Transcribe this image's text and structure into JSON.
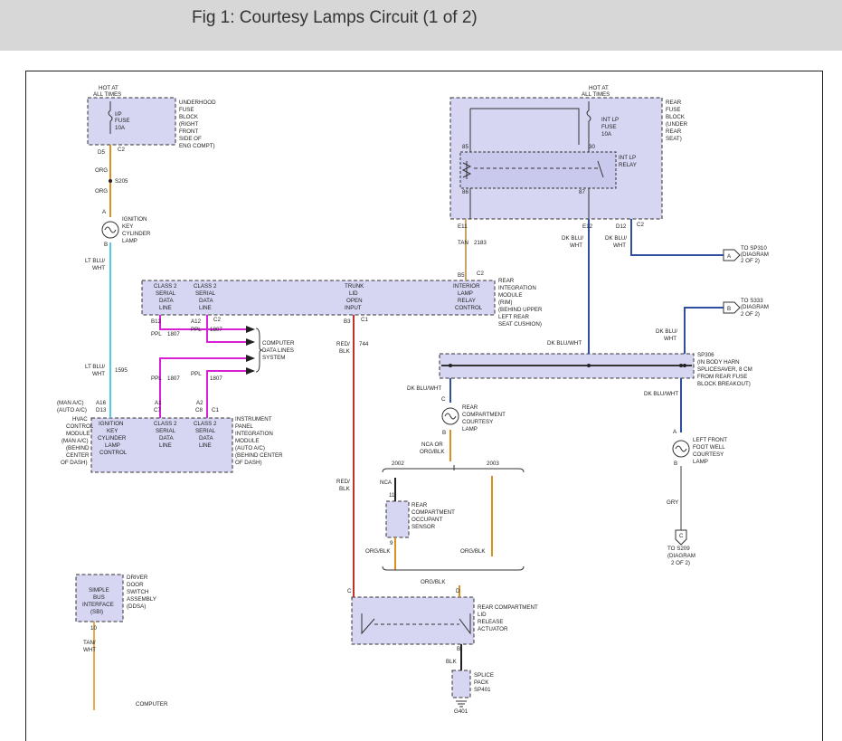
{
  "title": "Fig 1: Courtesy Lamps Circuit (1 of 2)",
  "texts": {
    "hot1a": "HOT AT",
    "hot1b": "ALL TIMES",
    "ipfuse1": "I/P",
    "ipfuse2": "FUSE",
    "ipfuse3": "10A",
    "ufb1": "UNDERHOOD",
    "ufb2": "FUSE",
    "ufb3": "BLOCK",
    "ufb4": "(RIGHT",
    "ufb5": "FRONT",
    "ufb6": "SIDE OF",
    "ufb7": "ENG COMPT)",
    "d5": "D5",
    "c2a": "C2",
    "org1": "ORG",
    "s205": "S205",
    "org2": "ORG",
    "pinA1": "A",
    "pinB1": "B",
    "ikl1": "IGNITION",
    "ikl2": "KEY",
    "ikl3": "CYLINDER",
    "ikl4": "LAMP",
    "ltblu1a": "LT BLU/",
    "ltblu1b": "WHT",
    "hot2a": "HOT AT",
    "hot2b": "ALL TIMES",
    "rfb1": "REAR",
    "rfb2": "FUSE",
    "rfb3": "BLOCK",
    "rfb4": "(UNDER",
    "rfb5": "REAR",
    "rfb6": "SEAT)",
    "intlp1": "INT LP",
    "intlp2": "FUSE",
    "intlp3": "10A",
    "n85": "85",
    "n30": "30",
    "n86": "86",
    "n87": "87",
    "relay1": "INT LP",
    "relay2": "RELAY",
    "e11": "E11",
    "e12": "E12",
    "d12": "D12",
    "c2b": "C2",
    "tan": "TAN",
    "c2183": "2183",
    "dkblu1a": "DK BLU/",
    "dkblu1b": "WHT",
    "dkblu2a": "DK BLU/",
    "dkblu2b": "WHT",
    "b5": "B5",
    "c2c": "C2",
    "to310a": "TO SP310",
    "to310b": "(DIAGRAM",
    "to310c": "2 OF 2)",
    "conA": "A",
    "to333a": "TO S333",
    "to333b": "(DIAGRAM",
    "to333c": "2 OF 2)",
    "conB": "B",
    "cls1a": "CLASS 2",
    "cls1b": "SERIAL",
    "cls1c": "DATA",
    "cls1d": "LINE",
    "cls2a": "CLASS 2",
    "cls2b": "SERIAL",
    "cls2c": "DATA",
    "cls2d": "LINE",
    "trunk1": "TRUNK",
    "trunk2": "LID",
    "trunk3": "OPEN",
    "trunk4": "INPUT",
    "intlamp1": "INTERIOR",
    "intlamp2": "LAMP",
    "intlamp3": "RELAY",
    "intlamp4": "CONTROL",
    "rim1": "REAR",
    "rim2": "INTEGRATION",
    "rim3": "MODULE",
    "rim4": "(RIM)",
    "rim5": "(BEHIND UPPER",
    "rim6": "LEFT REAR",
    "rim7": "SEAT CUSHION)",
    "b12": "B12",
    "a12": "A12",
    "c2d": "C2",
    "b3": "B3",
    "c1a": "C1",
    "ppl1": "PPL",
    "n1807a": "1807",
    "ppl2": "PPL",
    "n1807b": "1807",
    "ppl3": "PPL",
    "n1807c": "1807",
    "ppl4": "PPL",
    "n1807d": "1807",
    "cdl1": "COMPUTER",
    "cdl2": "DATA LINES",
    "cdl3": "SYSTEM",
    "redblk1a": "RED/",
    "redblk1b": "BLK",
    "n744": "744",
    "ltblu2a": "LT BLU/",
    "ltblu2b": "WHT",
    "n1595": "1595",
    "manac1": "(MAN A/C)",
    "a16": "A16",
    "autoac1": "(AUTO A/C)",
    "d13": "D13",
    "hvac1": "HVAC",
    "hvac2": "CONTROL",
    "hvac3": "MODULE",
    "hvac4": "(MAN A/C)",
    "hvac5": "(BEHIND",
    "hvac6": "CENTER",
    "hvac7": "OF DASH)",
    "a1": "A1",
    "c7": "C7",
    "a2": "A2",
    "c8": "C8",
    "c1b": "C1",
    "ign1": "IGNITION",
    "ign2": "KEY",
    "ign3": "CYLINDER",
    "ign4": "LAMP",
    "ign5": "CONTROL",
    "cls3a": "CLASS 2",
    "cls3b": "SERIAL",
    "cls3c": "DATA",
    "cls3d": "LINE",
    "cls4a": "CLASS 2",
    "cls4b": "SERIAL",
    "cls4c": "DATA",
    "cls4d": "LINE",
    "ipim1": "INSTRUMENT",
    "ipim2": "PANEL",
    "ipim3": "INTEGRATION",
    "ipim4": "MODULE",
    "ipim5": "(AUTO A/C)",
    "ipim6": "(BEHIND CENTER",
    "ipim7": "OF DASH)",
    "dkblu3": "DK BLU/WHT",
    "dkblu4a": "DK BLU/",
    "dkblu4b": "WHT",
    "sp306a": "SP306",
    "sp306b": "(IN BODY HARN",
    "sp306c": "SPLICESAVER, 8 CM",
    "sp306d": "FROM REAR FUSE",
    "sp306e": "BLOCK BREAKOUT)",
    "dkblu5": "DK BLU/WHT",
    "dkblu6": "DK BLU/WHT",
    "pinC1": "C",
    "pinB2": "B",
    "rcl1": "REAR",
    "rcl2": "COMPARTMENT",
    "rcl3": "COURTESY",
    "rcl4": "LAMP",
    "nca1": "NCA OR",
    "nca2": "ORG/BLK",
    "pinA2": "A",
    "pinB3": "B",
    "lff1": "LEFT FRONT",
    "lff2": "FOOT WELL",
    "lff3": "COURTESY",
    "lff4": "LAMP",
    "gry": "GRY",
    "y2002": "2002",
    "y2003": "2003",
    "nca3": "NCA",
    "n11": "11",
    "n9": "9",
    "rcos1": "REAR",
    "rcos2": "COMPARTMENT",
    "rcos3": "OCCUPANT",
    "rcos4": "SENSOR",
    "orgblk1": "ORG/BLK",
    "orgblk2": "ORG/BLK",
    "orgblk3": "ORG/BLK",
    "redblk2a": "RED/",
    "redblk2b": "BLK",
    "conC": "C",
    "to209a": "TO S209",
    "to209b": "(DIAGRAM",
    "to209c": "2 OF 2)",
    "sbi1": "SIMPLE",
    "sbi2": "BUS",
    "sbi3": "INTERFACE",
    "sbi4": "(SBI)",
    "dds1": "DRIVER",
    "dds2": "DOOR",
    "dds3": "SWITCH",
    "dds4": "ASSEMBLY",
    "dds5": "(DDSA)",
    "n10": "10",
    "tanwht1": "TAN/",
    "tanwht2": "WHT",
    "computer": "COMPUTER",
    "pinC2": "C",
    "pinD": "D",
    "pinB4": "B",
    "rcla1": "REAR COMPARTMENT",
    "rcla2": "LID",
    "rcla3": "RELEASE",
    "rcla4": "ACTUATOR",
    "blk": "BLK",
    "sp401a": "SPLICE",
    "sp401b": "PACK",
    "sp401c": "SP401",
    "g401": "G401"
  },
  "colors": {
    "orange": "#d9901f",
    "cyan": "#55c9e6",
    "magenta": "#d61fd6",
    "red": "#c43030",
    "blue": "#2f4e9e",
    "tan": "#c9a46a",
    "gray": "#a0a0a0",
    "black": "#222222",
    "component_fill": "#d6d6f3",
    "title_bar": "#d7d7d7"
  }
}
